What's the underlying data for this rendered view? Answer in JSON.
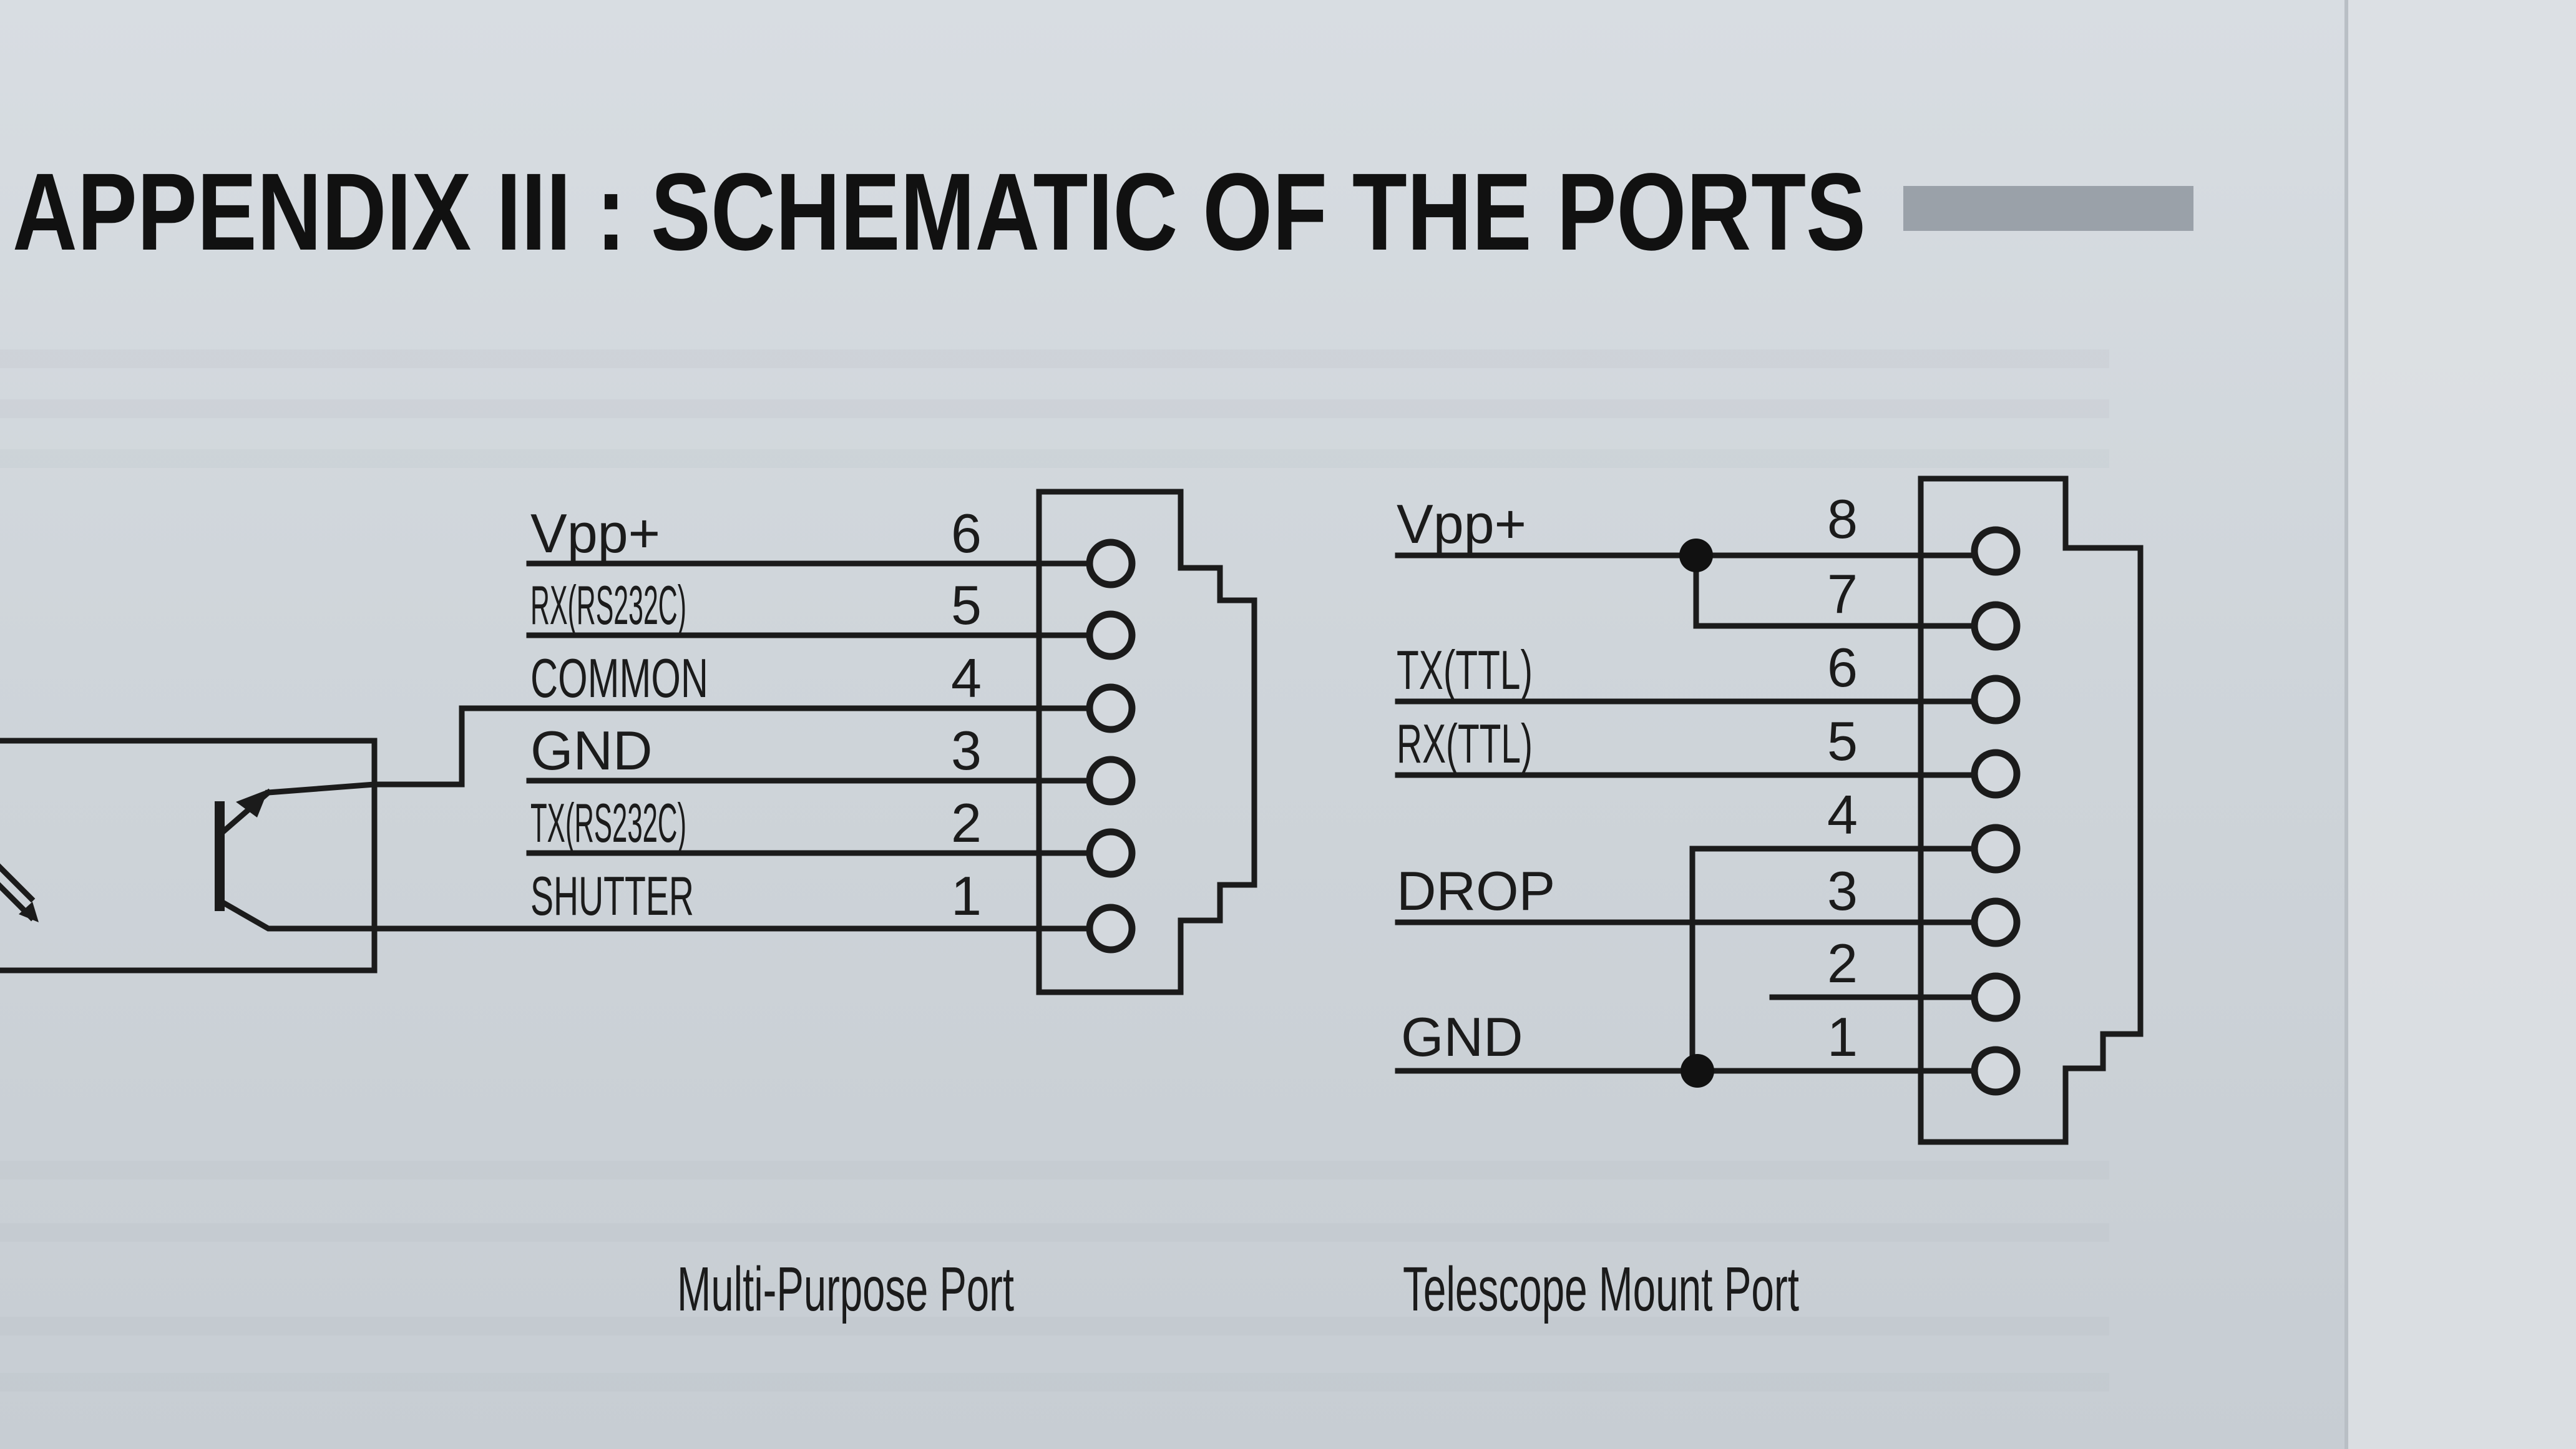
{
  "title": "APPENDIX III : SCHEMATIC OF THE PORTS",
  "multi_purpose_port": {
    "caption": "Multi-Purpose Port",
    "pins": [
      {
        "number": "6",
        "label": "Vpp+"
      },
      {
        "number": "5",
        "label": "RX(RS232C)"
      },
      {
        "number": "4",
        "label": "COMMON"
      },
      {
        "number": "3",
        "label": "GND"
      },
      {
        "number": "2",
        "label": "TX(RS232C)"
      },
      {
        "number": "1",
        "label": "SHUTTER"
      }
    ]
  },
  "telescope_mount_port": {
    "caption": "Telescope Mount Port",
    "pins": [
      {
        "number": "8",
        "label": "Vpp+"
      },
      {
        "number": "7",
        "label": ""
      },
      {
        "number": "6",
        "label": "TX(TTL)"
      },
      {
        "number": "5",
        "label": "RX(TTL)"
      },
      {
        "number": "4",
        "label": ""
      },
      {
        "number": "3",
        "label": "DROP"
      },
      {
        "number": "2",
        "label": ""
      },
      {
        "number": "1",
        "label": "GND"
      }
    ]
  }
}
